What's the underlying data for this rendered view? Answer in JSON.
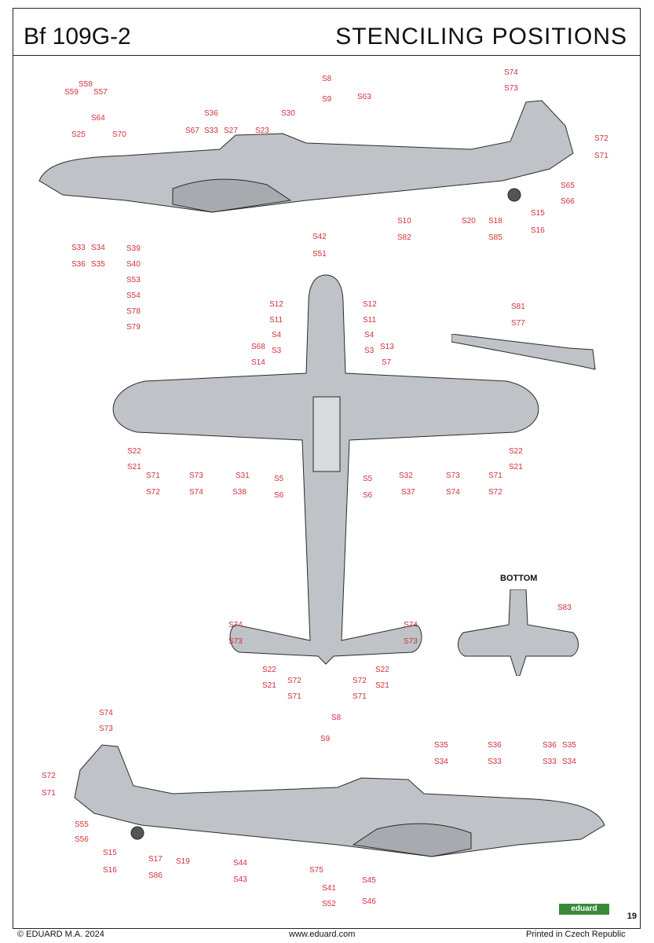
{
  "header": {
    "model": "Bf 109G-2",
    "title": "STENCILING POSITIONS"
  },
  "bottom_view_label": "BOTTOM",
  "footer": {
    "copyright": "© EDUARD M.A. 2024",
    "url": "www.eduard.com",
    "printed": "Printed in Czech Republic",
    "page": "19",
    "brand": "eduard"
  },
  "stencil_labels": {
    "top": [
      "S8",
      "S9",
      "S63",
      "S59",
      "S58",
      "S57",
      "S64",
      "S74",
      "S73",
      "S36",
      "S33",
      "S30",
      "S27",
      "S23",
      "S67",
      "S25",
      "S70",
      "S72",
      "S71",
      "S65",
      "S66",
      "S15",
      "S16",
      "S18",
      "S85",
      "S20",
      "S10",
      "S82",
      "S42",
      "S51",
      "S33",
      "S36",
      "S34",
      "S35",
      "S39",
      "S40",
      "S53",
      "S54",
      "S78",
      "S79"
    ],
    "plan": [
      "S12",
      "S11",
      "S12",
      "S11",
      "S81",
      "S77",
      "S4",
      "S3",
      "S4",
      "S3",
      "S68",
      "S14",
      "S13",
      "S7",
      "S22",
      "S21",
      "S22",
      "S21",
      "S71",
      "S72",
      "S71",
      "S72",
      "S73",
      "S74",
      "S73",
      "S74",
      "S31",
      "S38",
      "S32",
      "S37",
      "S5",
      "S6",
      "S5",
      "S6",
      "S74",
      "S73",
      "S74",
      "S73",
      "S22",
      "S21",
      "S22",
      "S21",
      "S72",
      "S71",
      "S72",
      "S71",
      "S83"
    ],
    "bottom": [
      "S8",
      "S9",
      "S74",
      "S73",
      "S72",
      "S71",
      "S35",
      "S34",
      "S36",
      "S33",
      "S36",
      "S33",
      "S35",
      "S34",
      "S55",
      "S56",
      "S15",
      "S16",
      "S17",
      "S86",
      "S19",
      "S44",
      "S43",
      "S75",
      "S45",
      "S41",
      "S52",
      "S46"
    ]
  }
}
